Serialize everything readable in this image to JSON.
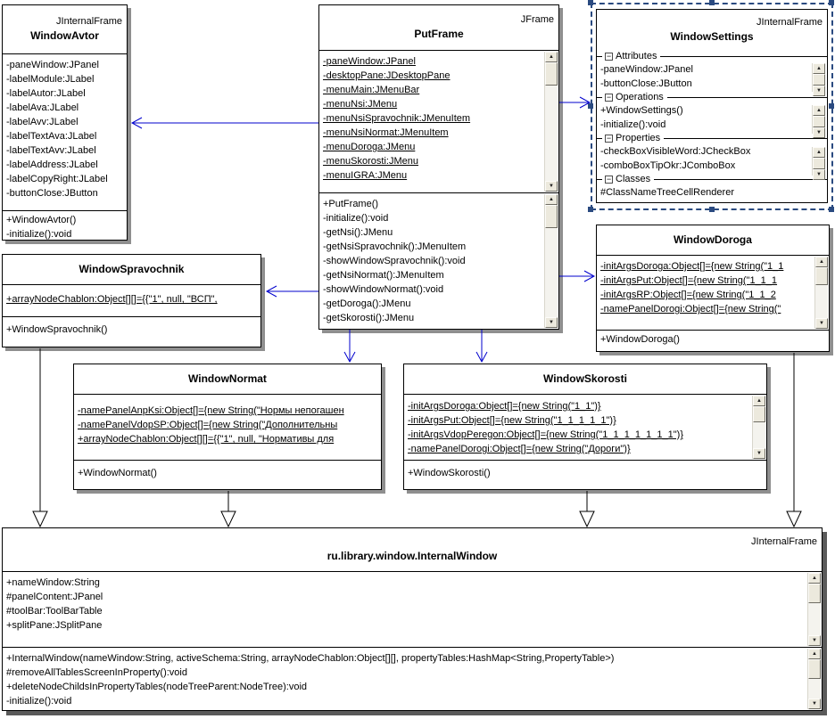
{
  "icons": {
    "collapse": "−",
    "scroll_up": "▲",
    "scroll_down": "▼"
  },
  "colors": {
    "connector_blue": "#0000cd",
    "selection_navy": "#2a4a80",
    "box_shadow_gray": "#8f8f8f",
    "scrollbar_face": "#ece9dd"
  },
  "classes": {
    "windowAvtor": {
      "stereotype": "JInternalFrame",
      "name": "WindowAvtor",
      "attributes": [
        "-paneWindow:JPanel",
        "-labelModule:JLabel",
        "-labelAutor:JLabel",
        "-labelAva:JLabel",
        "-labelAvv:JLabel",
        "-labelTextAva:JLabel",
        "-labelTextAvv:JLabel",
        "-labelAddress:JLabel",
        "-labelCopyRight:JLabel",
        "-buttonClose:JButton"
      ],
      "operations": [
        "+WindowAvtor()",
        "-initialize():void"
      ]
    },
    "putFrame": {
      "stereotype": "JFrame",
      "name": "PutFrame",
      "attributes": [
        "-paneWindow:JPanel",
        "-desktopPane:JDesktopPane",
        "-menuMain:JMenuBar",
        "-menuNsi:JMenu",
        "-menuNsiSpravochnik:JMenuItem",
        "-menuNsiNormat:JMenuItem",
        "-menuDoroga:JMenu",
        "-menuSkorosti:JMenu",
        "-menuIGRA:JMenu"
      ],
      "operations": [
        "+PutFrame()",
        "-initialize():void",
        "-getNsi():JMenu",
        "-getNsiSpravochnik():JMenuItem",
        "-showWindowSpravochnik():void",
        "-getNsiNormat():JMenuItem",
        "-showWindowNormat():void",
        "-getDoroga():JMenu",
        "-getSkorosti():JMenu"
      ]
    },
    "windowSettings": {
      "stereotype": "JInternalFrame",
      "name": "WindowSettings",
      "sections": [
        {
          "label": "Attributes",
          "items": [
            "-paneWindow:JPanel",
            "-buttonClose:JButton"
          ]
        },
        {
          "label": "Operations",
          "items": [
            "+WindowSettings()",
            "-initialize():void"
          ]
        },
        {
          "label": "Properties",
          "items": [
            "-checkBoxVisibleWord:JCheckBox",
            "-comboBoxTipOkr:JComboBox"
          ]
        },
        {
          "label": "Classes",
          "items": [
            "#ClassNameTreeCellRenderer"
          ]
        }
      ]
    },
    "windowDoroga": {
      "name": "WindowDoroga",
      "attributes": [
        "-initArgsDoroga:Object[]={new String(\"1_1",
        "-initArgsPut:Object[]={new String(\"1_1_1",
        "-initArgsRP:Object[]={new String(\"1_1_2",
        "-namePanelDorogi:Object[]={new String(\""
      ],
      "operations": [
        "+WindowDoroga()"
      ]
    },
    "windowSpravochnik": {
      "name": "WindowSpravochnik",
      "attributes": [
        "+arrayNodeChablon:Object[][]={{\"1\", null, \"ВСП\","
      ],
      "operations": [
        "+WindowSpravochnik()"
      ]
    },
    "windowNormat": {
      "name": "WindowNormat",
      "attributes": [
        "-namePanelAnpKsi:Object[]={new String(\"Нормы непогашен",
        "-namePanelVdopSP:Object[]={new String(\"Дополнительны",
        "+arrayNodeChablon:Object[][]={{\"1\", null, \"Нормативы для"
      ],
      "operations": [
        "+WindowNormat()"
      ]
    },
    "windowSkorosti": {
      "name": "WindowSkorosti",
      "attributes": [
        "-initArgsDoroga:Object[]={new String(\"1_1\")}",
        "-initArgsPut:Object[]={new String(\"1_1_1_1_1\")}",
        "-initArgsVdopPeregon:Object[]={new String(\"1_1_1_1_1_1_1\")}",
        "-namePanelDorogi:Object[]={new String(\"Дороги\")}"
      ],
      "operations": [
        "+WindowSkorosti()"
      ]
    },
    "internalWindow": {
      "stereotype": "JInternalFrame",
      "name": "ru.library.window.InternalWindow",
      "attributes": [
        "+nameWindow:String",
        "#panelContent:JPanel",
        "#toolBar:ToolBarTable",
        "+splitPane:JSplitPane"
      ],
      "operations": [
        "+InternalWindow(nameWindow:String, activeSchema:String, arrayNodeChablon:Object[][], propertyTables:HashMap<String,PropertyTable>)",
        "#removeAllTablesScreenInProperty():void",
        "+deleteNodeChildsInPropertyTables(nodeTreeParent:NodeTree):void",
        "-initialize():void"
      ]
    }
  }
}
